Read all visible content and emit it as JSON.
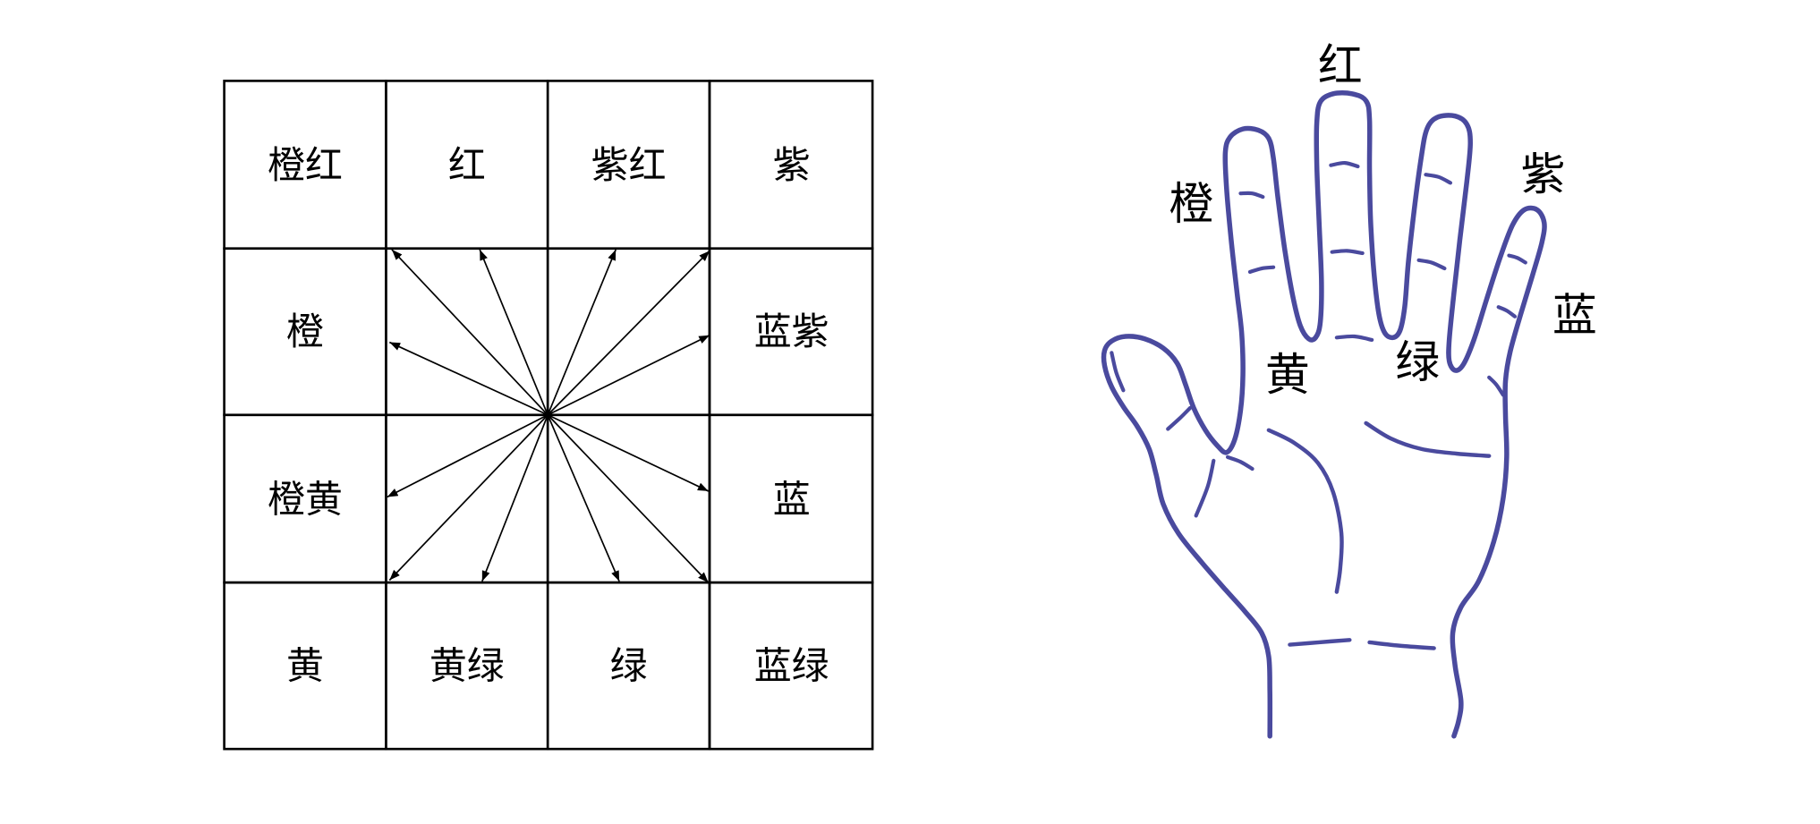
{
  "colors": {
    "hand_outline": "#4a4a9e",
    "lines": "#000000",
    "text": "#000000"
  },
  "color_grid": {
    "rows": [
      [
        "橙红",
        "红",
        "紫红",
        "紫"
      ],
      [
        "橙",
        "",
        "",
        "蓝紫"
      ],
      [
        "橙黄",
        "",
        "",
        "蓝"
      ],
      [
        "黄",
        "黄绿",
        "绿",
        "蓝绿"
      ]
    ]
  },
  "hand": {
    "labels": {
      "middle_finger": "红",
      "index_finger": "橙",
      "ring_finger": "紫",
      "little_finger": "蓝",
      "index_base": "黄",
      "ring_base": "绿"
    }
  }
}
